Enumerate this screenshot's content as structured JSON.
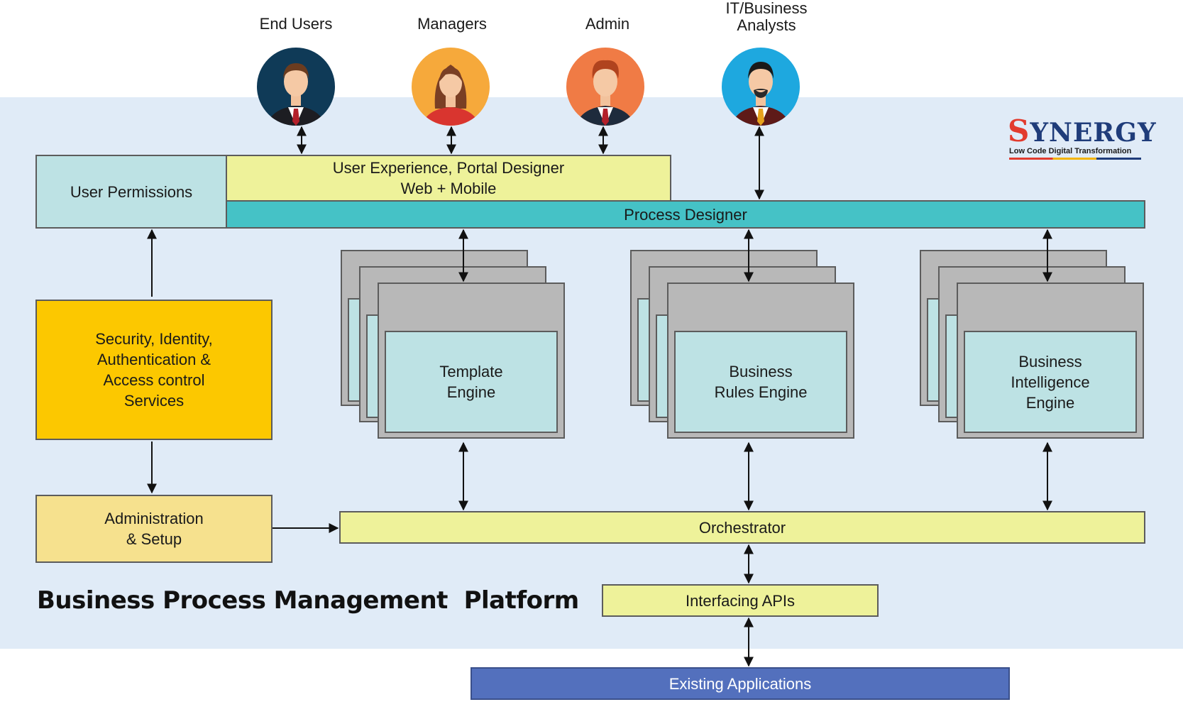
{
  "personas": [
    {
      "label": "End Users",
      "icon": "businessman-icon",
      "color": "#0f3a57"
    },
    {
      "label": "Managers",
      "icon": "businesswoman-icon",
      "color": "#f6a93b"
    },
    {
      "label": "Admin",
      "icon": "businessman-icon",
      "color": "#f07b45"
    },
    {
      "label": "IT/Business\nAnalysts",
      "icon": "bearded-man-icon",
      "color": "#1ea8df"
    }
  ],
  "logo": {
    "name": "YNERGY",
    "initial": "S",
    "tagline": "Low Code Digital Transformation"
  },
  "blocks": {
    "user_permissions": "User Permissions",
    "ux_designer": "User Experience, Portal Designer\nWeb + Mobile",
    "process_designer": "Process Designer",
    "security": "Security, Identity,\nAuthentication &\nAccess control\nServices",
    "administration": "Administration\n& Setup",
    "orchestrator": "Orchestrator",
    "interfacing_apis": "Interfacing APIs",
    "existing_apps": "Existing Applications"
  },
  "engines": [
    {
      "label": "Template\nEngine"
    },
    {
      "label": "Business\nRules Engine"
    },
    {
      "label": "Business\nIntelligence\nEngine"
    }
  ],
  "platform_title": "Business Process Management  Platform",
  "colors": {
    "platform_bg": "#e0ebf7",
    "light_cyan": "#bde2e4",
    "teal": "#45c2c6",
    "pale_yellow": "#eef29a",
    "gold": "#fcc800",
    "sand": "#f6e18e",
    "blue": "#5370bd",
    "engine_gray": "#b8b8b8"
  }
}
